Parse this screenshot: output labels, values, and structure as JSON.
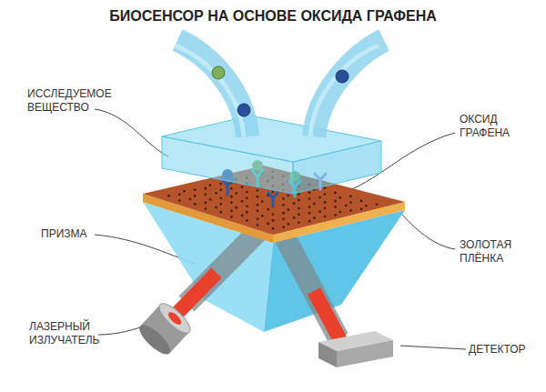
{
  "diagram": {
    "title": "БИОСЕНСОР НА ОСНОВЕ ОКСИДА ГРАФЕНА",
    "labels": [
      "ИССЛЕДУЕМОЕ ВЕЩЕСТВО",
      "ОКСИД ГРАФЕНА",
      "ПРИЗМА",
      "ЗОЛОТАЯ ПЛЁНКА",
      "ЛАЗЕРНЫЙ ИЗЛУЧАТЕЛЬ",
      "ДЕТЕКТОР"
    ]
  }
}
